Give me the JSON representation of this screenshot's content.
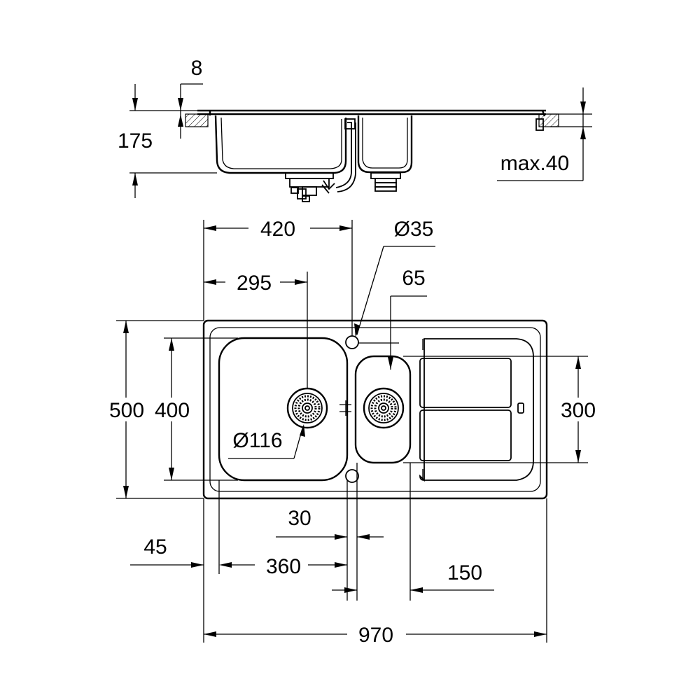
{
  "dimensions": {
    "side_lip": "8",
    "side_depth": "175",
    "side_max_thickness": "max.40",
    "drain_to_hole": "420",
    "tap_hole_diameter": "Ø35",
    "drain_offset": "295",
    "small_bowl_offset": "65",
    "overall_height": "500",
    "bowl_height": "400",
    "small_bowl_height": "300",
    "waste_diameter": "Ø116",
    "divider_gap": "30",
    "edge_margin": "45",
    "bowl_width": "360",
    "drainer_offset": "150",
    "overall_width": "970"
  },
  "colors": {
    "ink": "#000000",
    "background": "#ffffff"
  }
}
